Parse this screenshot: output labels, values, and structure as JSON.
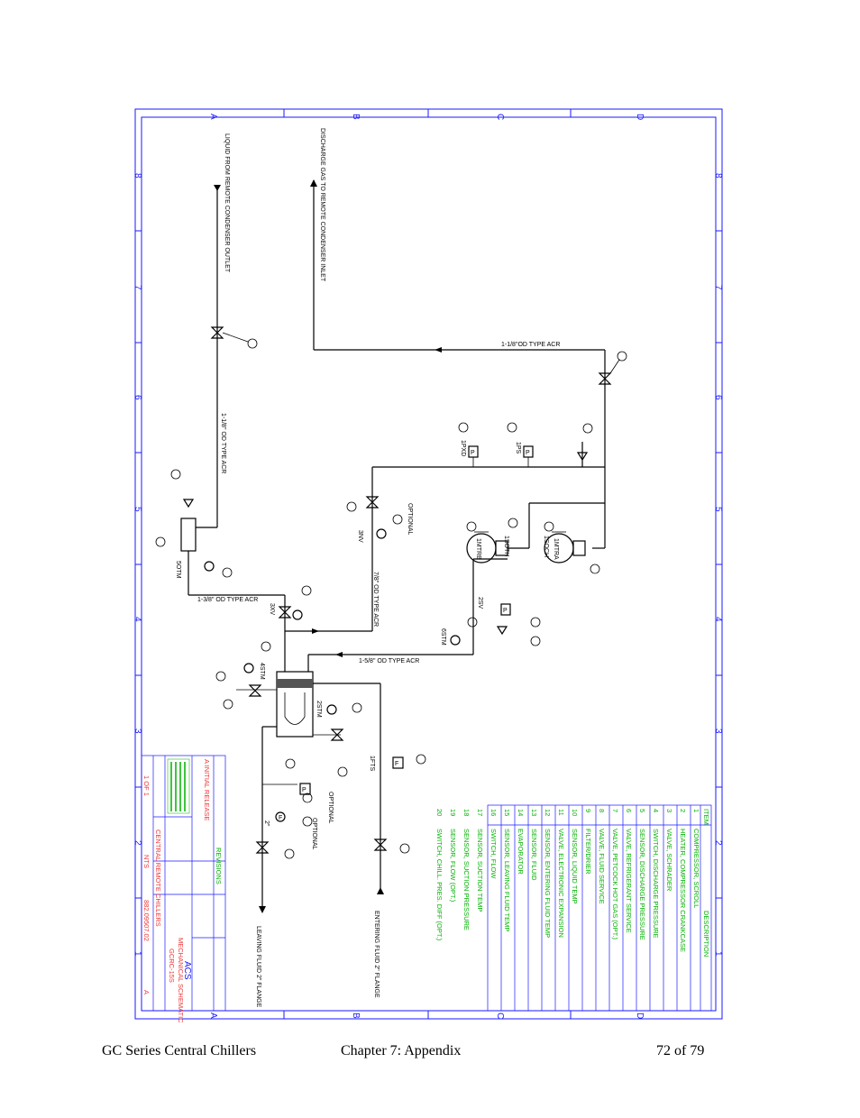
{
  "footer": {
    "left": "GC Series Central Chillers",
    "center": "Chapter 7: Appendix",
    "right": "72 of 79"
  },
  "border": {
    "cols": [
      "A",
      "B",
      "C",
      "D"
    ],
    "rows": [
      "8",
      "7",
      "6",
      "5",
      "4",
      "3",
      "2",
      "1"
    ]
  },
  "pipes": {
    "liquid_from_condenser": "LIQUID FROM REMOTE CONDENSER OUTLET",
    "discharge_to_condenser": "DISCHARGE GAS TO REMOTE CONDENSER INLET",
    "line_1_18_acr": "1-1/8\" OD TYPE ACR",
    "line_1_18_acr_top": "1-1/8\"OD TYPE ACR",
    "line_1_38_acr": "1-3/8\" OD TYPE ACR",
    "line_78_acr": "7/8\" OD TYPE ACR",
    "line_1_58_acr": "1-5/8\" OD TYPE ACR",
    "optional_1": "OPTIONAL",
    "optional_2": "OPTIONAL",
    "optional_3": "OPTIONAL",
    "leaving_fluid": "LEAVING FLUID 2\" FLANGE",
    "entering_fluid": "ENTERING FLUID 2\" FLANGE",
    "size_2in": "2\""
  },
  "tags": {
    "pxd": "1PXD",
    "ps": "1PS",
    "soth": "1SOTH",
    "soch": "1SOCH",
    "mtrb": "1MTRB",
    "mtra": "1MTRA",
    "sxv": "3XV",
    "snv": "3NV",
    "ssv": "2SV",
    "sotm": "5OTM",
    "sptm": "4STM",
    "sptm2": "1PXD",
    "fts": "1FTS",
    "estm": "2STM",
    "tlm": "6STM"
  },
  "legend": {
    "header_item": "ITEM",
    "header_desc": "DESCRIPTION",
    "rows": [
      {
        "item": "1",
        "desc": "COMPRESSOR, SCROLL"
      },
      {
        "item": "2",
        "desc": "HEATER, COMPRESSOR CRANKCASE"
      },
      {
        "item": "3",
        "desc": "VALVE, SCHRADER"
      },
      {
        "item": "4",
        "desc": "SWITCH, DISCHARGE PRESSURE"
      },
      {
        "item": "5",
        "desc": "SENSOR, DISCHARGE PRESSURE"
      },
      {
        "item": "6",
        "desc": "VALVE, REFRIGERANT SERVICE"
      },
      {
        "item": "7",
        "desc": "VALVE, PETCOCK HOT GAS (OPT.)"
      },
      {
        "item": "8",
        "desc": "VALVE, FLUID SERVICE"
      },
      {
        "item": "9",
        "desc": "FILTER/DRIER"
      },
      {
        "item": "10",
        "desc": "SENSOR, LIQUID TEMP"
      },
      {
        "item": "11",
        "desc": "VALVE, ELECTRONIC EXPANSION"
      },
      {
        "item": "12",
        "desc": "SENSOR, ENTERING FLUID TEMP"
      },
      {
        "item": "13",
        "desc": "SENSOR, FLUID"
      },
      {
        "item": "14",
        "desc": "EVAPORATOR"
      },
      {
        "item": "15",
        "desc": "SENSOR, LEAVING FLUID TEMP"
      },
      {
        "item": "16",
        "desc": "SWITCH, FLOW"
      },
      {
        "item": "17",
        "desc": "SENSOR, SUCTION TEMP"
      },
      {
        "item": "18",
        "desc": "SENSOR, SUCTION PRESSURE"
      },
      {
        "item": "19",
        "desc": "SENSOR, FLOW (OPT.)"
      },
      {
        "item": "20",
        "desc": "SWITCH, CHILL. PRES. DIFF (OPT.)"
      }
    ]
  },
  "titleblock": {
    "company": "ACS",
    "title": "MECHANICAL SCHEMATIC",
    "model": "GCRC-15S",
    "series": "CENTRAL REMOTE CHILLERS",
    "dwg_no": "882.09507.02",
    "scale": "NTS",
    "sheet": "1 OF 1",
    "rev": "A",
    "revision_title": "REVISIONS",
    "rev_note": "A INITIAL RELEASE"
  }
}
